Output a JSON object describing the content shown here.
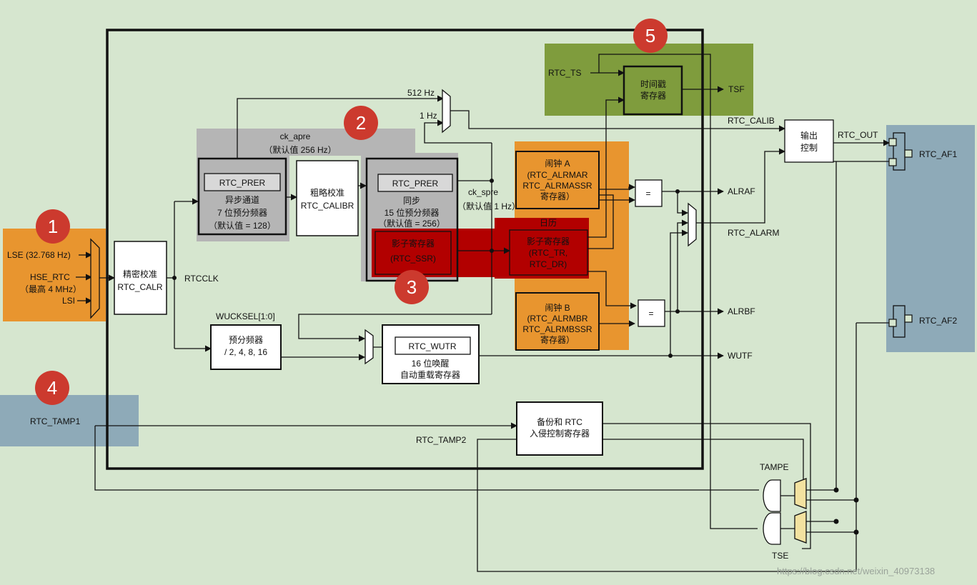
{
  "markers": [
    "1",
    "2",
    "3",
    "4",
    "5"
  ],
  "inputs": {
    "lse": "LSE (32.768 Hz)",
    "hse": "HSE_RTC",
    "hse_note": "（最高 4 MHz）",
    "lsi": "LSI"
  },
  "blocks": {
    "calr": [
      "精密校准",
      "RTC_CALR"
    ],
    "prer_async": {
      "reg": "RTC_PRER",
      "lines": [
        "异步通道",
        "7 位预分频器",
        "（默认值 = 128）"
      ]
    },
    "calibr": [
      "粗略校准",
      "RTC_CALIBR"
    ],
    "prer_sync": {
      "reg": "RTC_PRER",
      "lines": [
        "同步",
        "15 位预分频器",
        "（默认值 = 256）"
      ]
    },
    "ssr": [
      "影子寄存器",
      "(RTC_SSR)"
    ],
    "calendar_title": "日历",
    "shadow": [
      "影子寄存器",
      "(RTC_TR,",
      "RTC_DR)"
    ],
    "alarm_a": [
      "闹钟 A",
      "(RTC_ALRMAR",
      "RTC_ALRMASSR",
      "寄存器）"
    ],
    "alarm_b": [
      "闹钟 B",
      "(RTC_ALRMBR",
      "RTC_ALRMBSSR",
      "寄存器）"
    ],
    "eq": "=",
    "wuck_pre": [
      "预分频器",
      "/ 2, 4, 8, 16"
    ],
    "wutr": {
      "reg": "RTC_WUTR",
      "lines": [
        "16 位唤醒",
        "自动重载寄存器"
      ]
    },
    "timestamp": [
      "时间戳",
      "寄存器"
    ],
    "output_ctrl": [
      "输出",
      "控制"
    ],
    "backup": [
      "备份和 RTC",
      "入侵控制寄存器"
    ]
  },
  "labels": {
    "ck_apre": "ck_apre",
    "ck_apre_default": "（默认值 256 Hz）",
    "ck_spre": "ck_spre",
    "ck_spre_default": "（默认值 1 Hz）",
    "hz512": "512 Hz",
    "hz1": "1 Hz",
    "rtcclk": "RTCCLK",
    "wucksel": "WUCKSEL[1:0]",
    "rtc_ts": "RTC_TS",
    "tsf": "TSF",
    "rtc_calib": "RTC_CALIB",
    "rtc_out": "RTC_OUT",
    "rtc_af1": "RTC_AF1",
    "rtc_af2": "RTC_AF2",
    "alraf": "ALRAF",
    "rtc_alarm": "RTC_ALARM",
    "alrbf": "ALRBF",
    "wutf": "WUTF",
    "rtc_tamp1": "RTC_TAMP1",
    "rtc_tamp2": "RTC_TAMP2",
    "tampe": "TAMPE",
    "tse": "TSE"
  },
  "watermark": "https://blog.csdn.net/weixin_40973138",
  "colors": {
    "background": "#d6e6cf",
    "orange": "#e8952f",
    "gray": "#b5b5b5",
    "red": "#b20000",
    "blue_gray": "#8eaab8",
    "olive": "#7f9c3d",
    "marker": "#cc3a2e"
  }
}
